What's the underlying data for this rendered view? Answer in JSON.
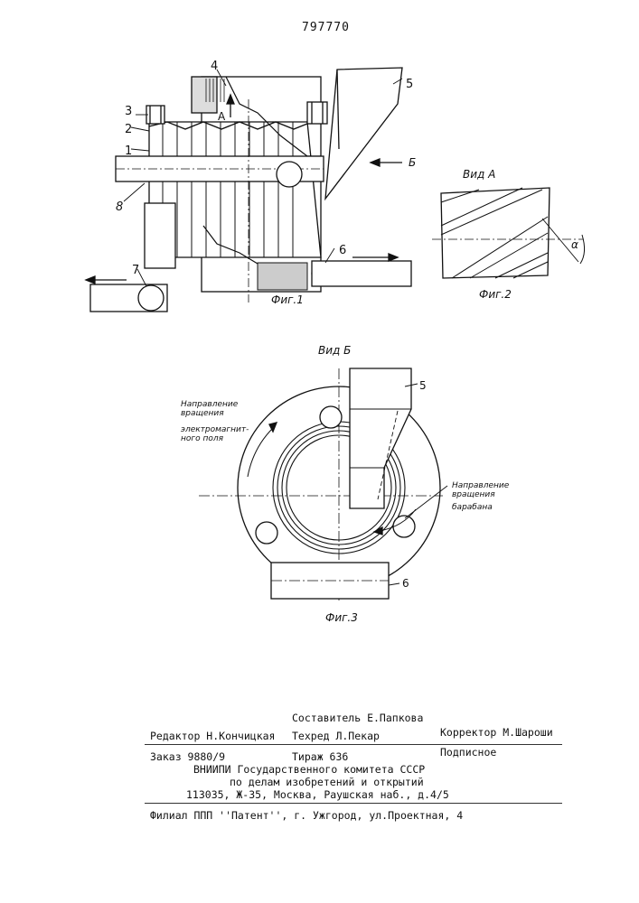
{
  "patent_number": "797770",
  "figures": {
    "fig1": {
      "caption": "Фиг.1",
      "labels": {
        "n1": "1",
        "n2": "2",
        "n3": "3",
        "n4": "4",
        "n5": "5",
        "n6": "6",
        "n7": "7",
        "n8": "8",
        "arrow_a": "А",
        "arrow_b": "Б"
      }
    },
    "fig2": {
      "title": "Вид А",
      "caption": "Фиг.2",
      "angle": "α"
    },
    "fig3": {
      "title": "Вид Б",
      "caption": "Фиг.3",
      "label5": "5",
      "label6": "6",
      "field_dir": [
        "Направление",
        "вращения",
        "электромагнит-",
        "ного поля"
      ],
      "drum_dir": [
        "Направление",
        "вращения",
        "барабана"
      ]
    }
  },
  "footer": {
    "compiler": "Составитель Е.Папкова",
    "editor": "Редактор Н.Кончицкая",
    "techred": "Техред Л.Пекар",
    "corrector": "Корректор М.Шароши",
    "order": "Заказ 9880/9",
    "circulation": "Тираж 636",
    "subscription": "Подписное",
    "org1": "ВНИИПИ Государственного комитета СССР",
    "org2": "по делам изобретений и открытий",
    "address": "113035, Ж-35, Москва, Раушская наб., д.4/5",
    "branch": "Филиал ППП ''Патент'', г. Ужгород, ул.Проектная, 4"
  }
}
